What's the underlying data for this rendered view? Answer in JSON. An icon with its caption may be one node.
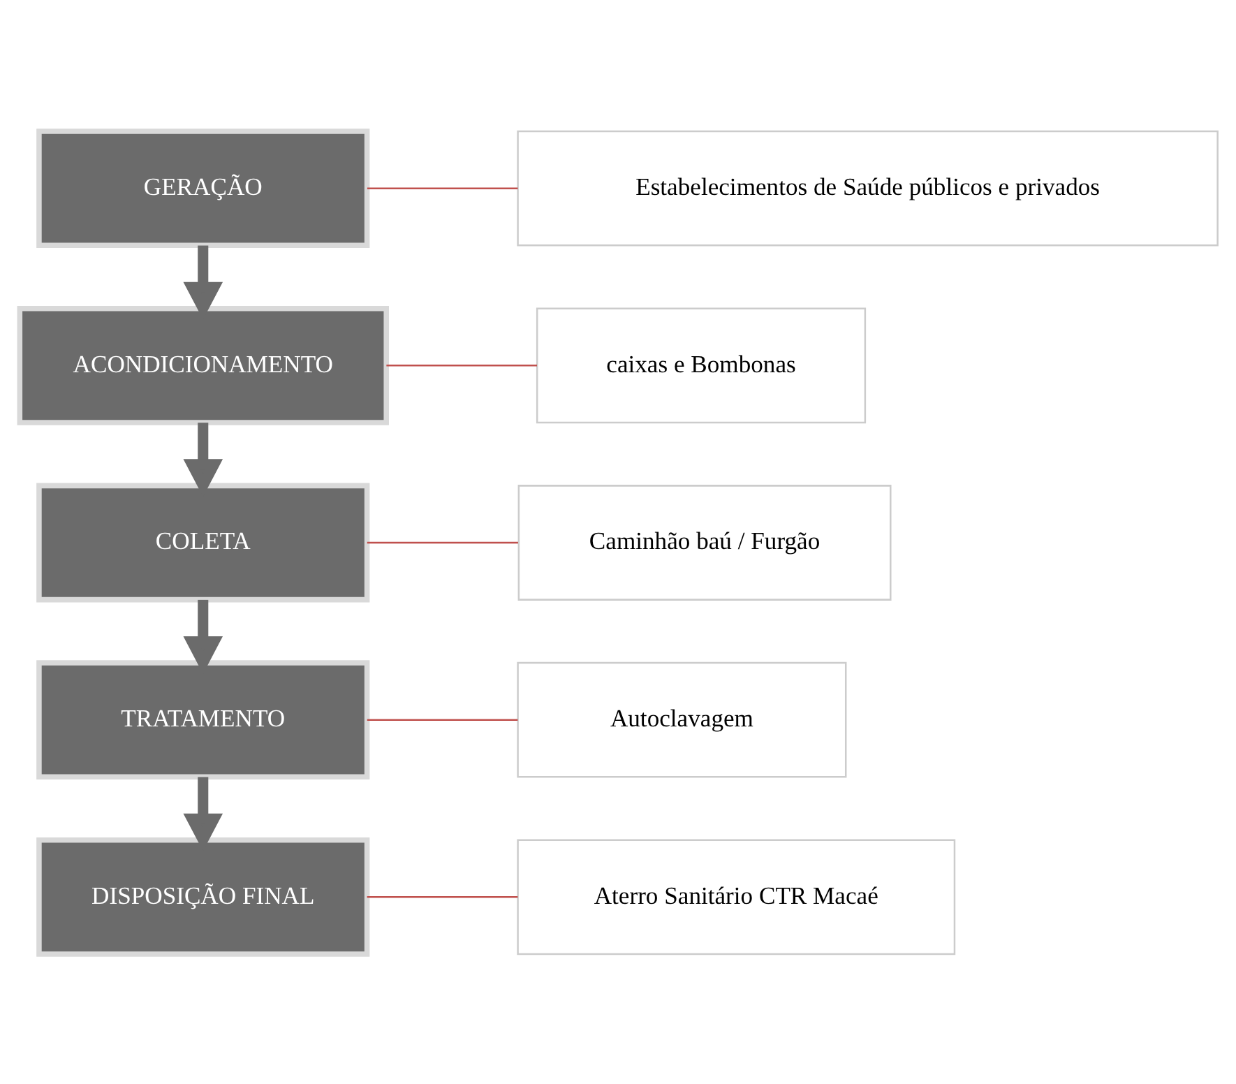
{
  "diagram": {
    "nodes": [
      {
        "text": [
          "GERAÇÃO"
        ]
      },
      {
        "text": [
          "Estabelecimentos de Saúde públicos e privados"
        ]
      },
      {
        "text": [
          "ACONDICIONAMENTO"
        ]
      },
      {
        "text": [
          "caixas e Bombonas"
        ]
      },
      {
        "text": [
          "COLETA"
        ]
      },
      {
        "text": [
          "Caminhão baú / Furgão"
        ]
      },
      {
        "text": [
          "TRATAMENTO"
        ]
      },
      {
        "text": [
          "Autoclavagem"
        ]
      },
      {
        "text": [
          "DISPOSIÇÃO FINAL"
        ]
      },
      {
        "text": [
          "Aterro Sanitário CTR Macaé"
        ]
      }
    ],
    "edges": [
      {
        "from": 0,
        "to": 2,
        "arrow": "to",
        "style": "thick",
        "color": "#6b6b6b"
      },
      {
        "from": 2,
        "to": 4,
        "arrow": "to",
        "style": "thick",
        "color": "#6b6b6b"
      },
      {
        "from": 4,
        "to": 6,
        "arrow": "to",
        "style": "thick",
        "color": "#6b6b6b"
      },
      {
        "from": 6,
        "to": 8,
        "arrow": "to",
        "style": "thick",
        "color": "#6b6b6b"
      },
      {
        "from": 0,
        "to": 1,
        "arrow": "none"
      },
      {
        "from": 2,
        "to": 3,
        "arrow": "none"
      },
      {
        "from": 4,
        "to": 5,
        "arrow": "none"
      },
      {
        "from": 6,
        "to": 7,
        "arrow": "none"
      },
      {
        "from": 8,
        "to": 9,
        "arrow": "none"
      }
    ]
  }
}
